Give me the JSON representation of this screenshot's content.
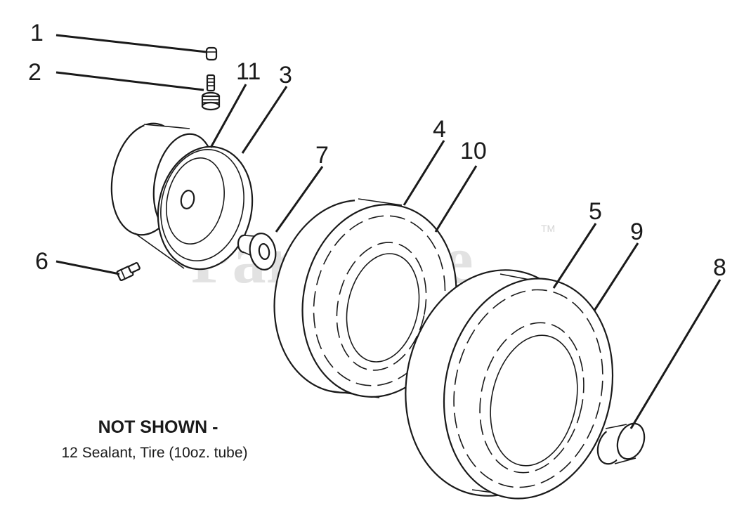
{
  "watermark": {
    "text": "PartsTree",
    "trademark": "TM"
  },
  "callouts": [
    {
      "id": "1",
      "label": "1",
      "part": "valve-cap"
    },
    {
      "id": "2",
      "label": "2",
      "part": "valve-stem"
    },
    {
      "id": "3",
      "label": "3",
      "part": "front-rim"
    },
    {
      "id": "4",
      "label": "4",
      "part": "front-tire"
    },
    {
      "id": "5",
      "label": "5",
      "part": "rear-tire"
    },
    {
      "id": "6",
      "label": "6",
      "part": "grease-fitting"
    },
    {
      "id": "7",
      "label": "7",
      "part": "bushing"
    },
    {
      "id": "8",
      "label": "8",
      "part": "hub-cap"
    },
    {
      "id": "9",
      "label": "9",
      "part": "rear-tire-tread"
    },
    {
      "id": "10",
      "label": "10",
      "part": "front-tire-tread"
    },
    {
      "id": "11",
      "label": "11",
      "part": "rim-flange"
    }
  ],
  "note": {
    "title": "NOT SHOWN -",
    "text": "12 Sealant, Tire (10oz. tube)"
  }
}
